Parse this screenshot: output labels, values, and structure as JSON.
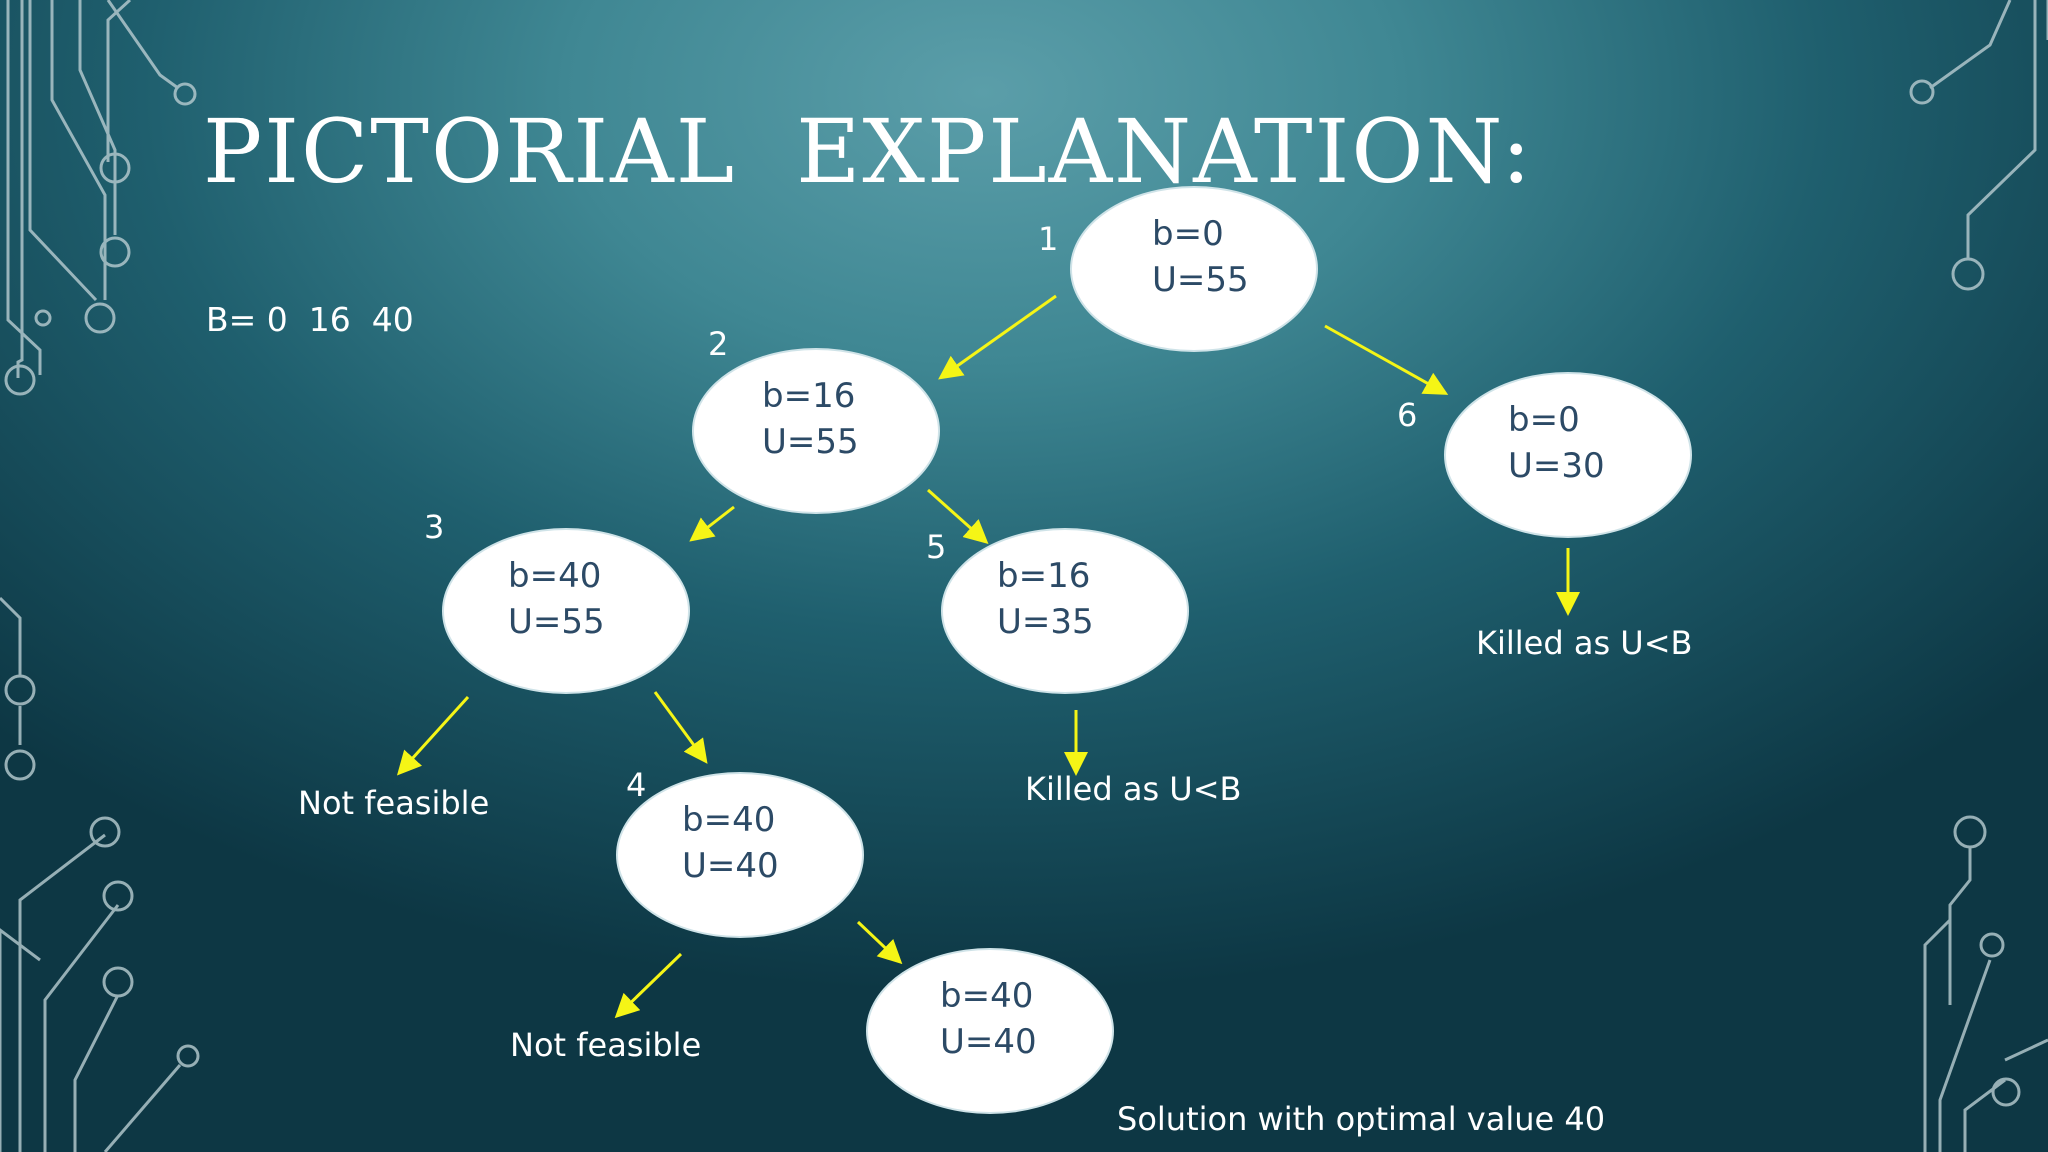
{
  "slide": {
    "title": "PICTORIAL  EXPLANATION:",
    "bound_line": "B= 0  16  40"
  },
  "nodes": [
    {
      "id": "1",
      "b": "b=0",
      "u": "U=55"
    },
    {
      "id": "2",
      "b": "b=16",
      "u": "U=55"
    },
    {
      "id": "3",
      "b": "b=40",
      "u": "U=55"
    },
    {
      "id": "4",
      "b": "b=40",
      "u": "U=40"
    },
    {
      "id": "5",
      "b": "b=16",
      "u": "U=35"
    },
    {
      "id": "6",
      "b": "b=0",
      "u": "U=30"
    },
    {
      "id": "",
      "b": "b=40",
      "u": "U=40"
    }
  ],
  "edges": [
    {
      "from": "1",
      "to": "2"
    },
    {
      "from": "1",
      "to": "6"
    },
    {
      "from": "2",
      "to": "3"
    },
    {
      "from": "2",
      "to": "5"
    },
    {
      "from": "3",
      "to": "not-feasible-1"
    },
    {
      "from": "3",
      "to": "4"
    },
    {
      "from": "4",
      "to": "not-feasible-2"
    },
    {
      "from": "4",
      "to": "solution-node"
    },
    {
      "from": "5",
      "to": "killed-1"
    },
    {
      "from": "6",
      "to": "killed-2"
    }
  ],
  "labels": {
    "not_feasible_1": "Not feasible",
    "not_feasible_2": "Not feasible",
    "killed_1": "Killed as U<B",
    "killed_2": "Killed as U<B",
    "solution": "Solution with optimal value 40"
  },
  "colors": {
    "arrow": "#f5f516",
    "node_fill": "#ffffff",
    "node_text": "#2c4a66",
    "text": "#ffffff",
    "circuit": "#b9cdd2"
  }
}
